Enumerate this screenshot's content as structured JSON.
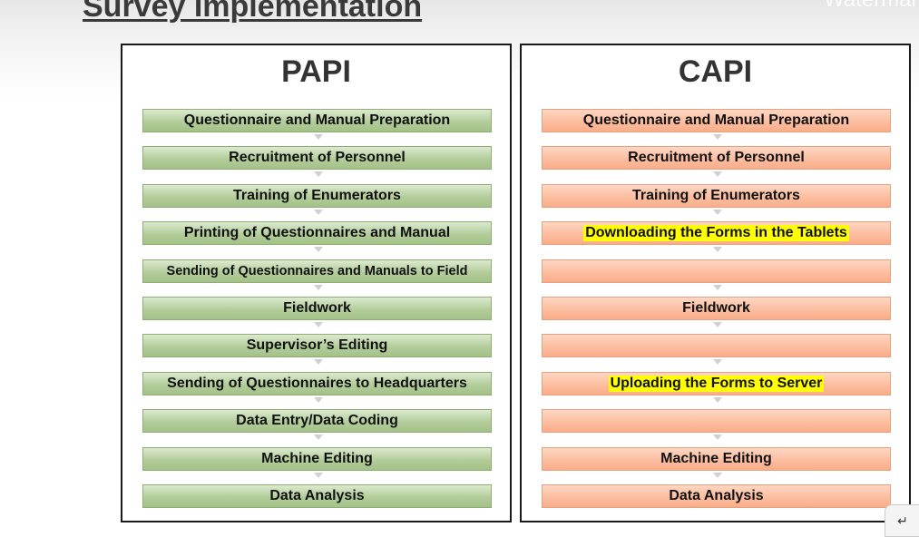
{
  "slide": {
    "title": "Survey Implementation",
    "watermark": "Watermark"
  },
  "papi": {
    "title": "PAPI",
    "steps": [
      {
        "label": "Questionnaire and Manual Preparation"
      },
      {
        "label": "Recruitment of Personnel"
      },
      {
        "label": "Training of Enumerators"
      },
      {
        "label": "Printing of Questionnaires and Manual"
      },
      {
        "label": "Sending of Questionnaires and Manuals to Field"
      },
      {
        "label": "Fieldwork"
      },
      {
        "label": "Supervisor’s Editing"
      },
      {
        "label": "Sending of Questionnaires to Headquarters"
      },
      {
        "label": "Data Entry/Data Coding"
      },
      {
        "label": "Machine Editing"
      },
      {
        "label": "Data Analysis"
      }
    ]
  },
  "capi": {
    "title": "CAPI",
    "steps": [
      {
        "label": "Questionnaire and Manual Preparation",
        "highlight": false
      },
      {
        "label": "Recruitment of Personnel",
        "highlight": false
      },
      {
        "label": "Training of Enumerators",
        "highlight": false
      },
      {
        "label": "Downloading the Forms in the Tablets",
        "highlight": true
      },
      {
        "label": "",
        "highlight": false
      },
      {
        "label": "Fieldwork",
        "highlight": false
      },
      {
        "label": "",
        "highlight": false
      },
      {
        "label": "Uploading the Forms to Server",
        "highlight": true
      },
      {
        "label": "",
        "highlight": false
      },
      {
        "label": "Machine Editing",
        "highlight": false
      },
      {
        "label": "Data Analysis",
        "highlight": false
      }
    ]
  },
  "colors": {
    "papi_box": "#b3cd9a",
    "capi_box": "#fcbea0",
    "highlight": "#ffff00"
  },
  "icons": {
    "corner": "slide-nav-icon"
  }
}
